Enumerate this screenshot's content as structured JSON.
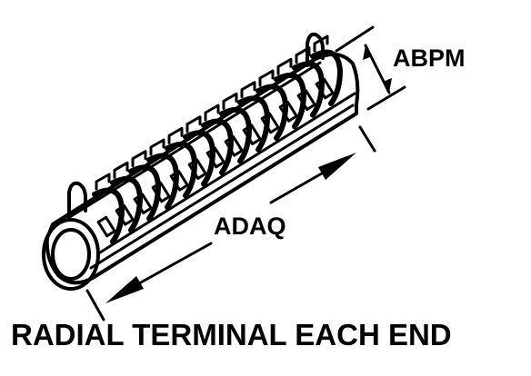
{
  "labels": {
    "diameter": "ABPM",
    "length": "ADAQ",
    "caption": "RADIAL TERMINAL EACH END"
  },
  "colors": {
    "ink": "#000000",
    "background": "#ffffff"
  }
}
